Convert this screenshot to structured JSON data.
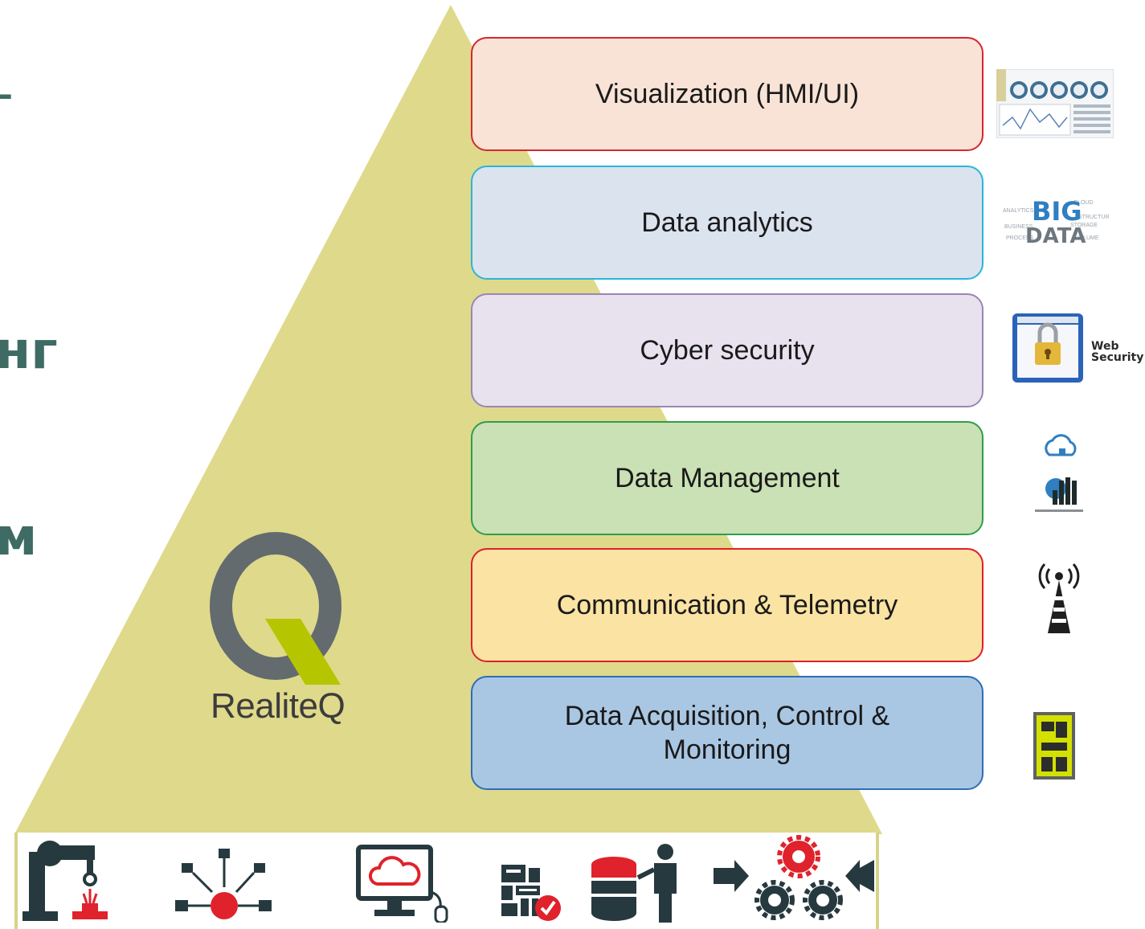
{
  "left_fragments": [
    "–",
    "нг",
    "м"
  ],
  "logo": {
    "name": "RealiteQ",
    "colors": {
      "ring": "#636b6f",
      "accent": "#b5c600"
    }
  },
  "pyramid": {
    "fill": "#dfd98b"
  },
  "layers": [
    {
      "lines": [
        "Visualization (HMI/UI)"
      ],
      "fill": "#f8e3d6",
      "border": "#d7262f",
      "icon": "dashboard-icon"
    },
    {
      "lines": [
        "Data analytics"
      ],
      "fill": "#dbe3ef",
      "border": "#2ab6d8",
      "icon": "big-data-icon"
    },
    {
      "lines": [
        "Cyber security"
      ],
      "fill": "#e7e2ee",
      "border": "#9b86b4",
      "icon": "web-security-icon",
      "icon_label": "Web Security"
    },
    {
      "lines": [
        "Data Management"
      ],
      "fill": "#cae0b5",
      "border": "#2e9e4c",
      "icon": "cloud-server-icon"
    },
    {
      "lines": [
        "Communication & Telemetry"
      ],
      "fill": "#fbe3a3",
      "border": "#df1f2b",
      "icon": "radio-tower-icon"
    },
    {
      "lines": [
        "Data Acquisition, Control &",
        "Monitoring"
      ],
      "fill": "#a9c7e3",
      "border": "#2f6db5",
      "icon": "controller-device-icon"
    }
  ],
  "bottom_icons": [
    "robot-arm-icon",
    "network-node-icon",
    "cloud-computer-icon",
    "circuit-check-icon",
    "database-user-icon",
    "gears-process-icon"
  ]
}
